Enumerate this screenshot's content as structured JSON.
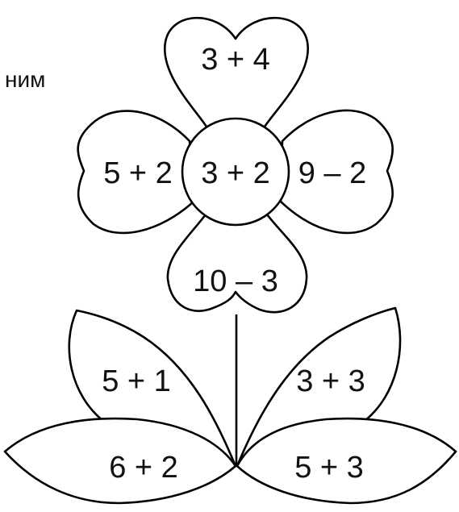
{
  "side_text": "ним",
  "petals": {
    "top": "3 + 4",
    "left": "5 + 2",
    "center": "3 + 2",
    "right": "9 – 2",
    "bottom": "10 – 3"
  },
  "leaves": {
    "upper_left": "5 + 1",
    "upper_right": "3 + 3",
    "lower_left": "6 + 2",
    "lower_right": "5 + 3"
  }
}
